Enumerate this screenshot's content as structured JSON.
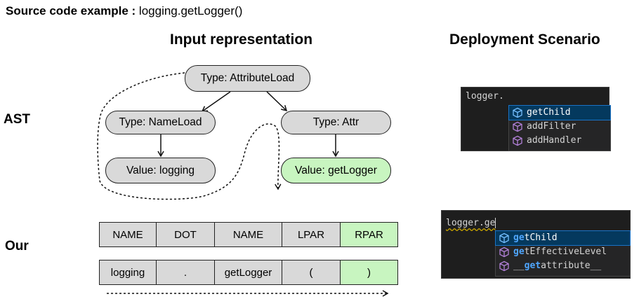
{
  "header": {
    "prefix": "Source code example :",
    "code": "logging.getLogger()"
  },
  "columns": {
    "input": "Input representation",
    "deploy": "Deployment Scenario"
  },
  "rows": {
    "ast": "AST",
    "our": "Our"
  },
  "ast_nodes": {
    "root": "Type: AttributeLoad",
    "left_type": "Type: NameLoad",
    "left_value": "Value: logging",
    "right_type": "Type: Attr",
    "right_value": "Value: getLogger"
  },
  "tokens": {
    "types": [
      "NAME",
      "DOT",
      "NAME",
      "LPAR",
      "RPAR"
    ],
    "values": [
      "logging",
      ".",
      "getLogger",
      "(",
      ")"
    ]
  },
  "ide_top": {
    "typed": "logger.",
    "items": [
      "getChild",
      "addFilter",
      "addHandler"
    ]
  },
  "ide_bottom": {
    "typed": "logger.ge",
    "items": [
      {
        "match": "ge",
        "rest": "tChild",
        "pre": ""
      },
      {
        "match": "ge",
        "rest": "tEffectiveLevel",
        "pre": ""
      },
      {
        "match": "get",
        "rest": "attribute__",
        "pre": "__"
      }
    ]
  },
  "colors": {
    "node_gray": "#d9d9d9",
    "node_green": "#c8f5c0",
    "ide_bg": "#1e1e1e",
    "selection": "#04395e",
    "match_blue": "#4fa6ff",
    "icon_purple": "#b180d7"
  }
}
